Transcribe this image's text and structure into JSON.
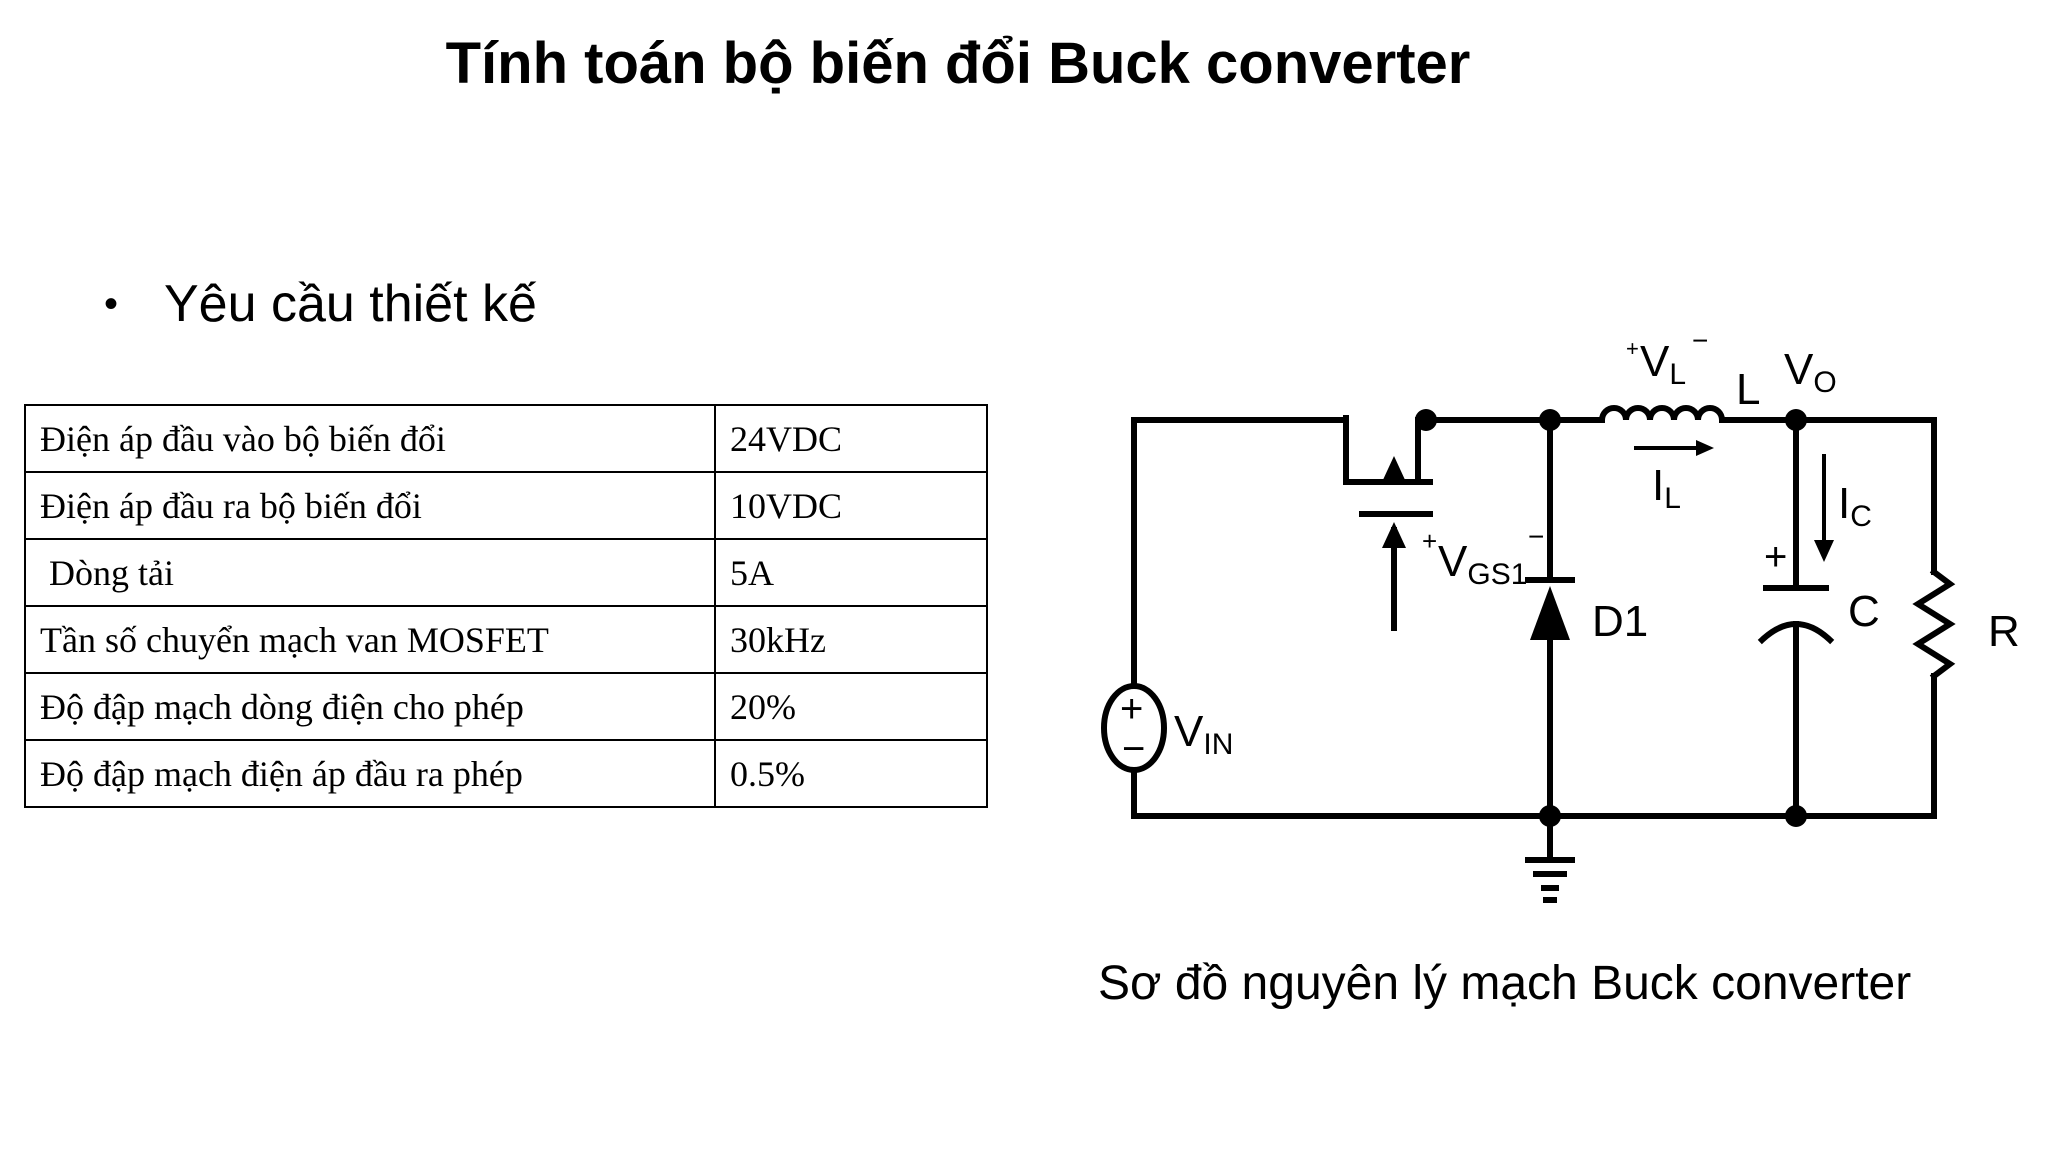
{
  "slide": {
    "title": "Tính toán bộ biến đổi Buck converter",
    "bullet": "Yêu cầu thiết kế",
    "caption": "Sơ đồ nguyên lý mạch Buck converter"
  },
  "spec_table": {
    "rows": [
      {
        "param": "Điện áp đầu vào bộ biến đổi",
        "value": "24VDC"
      },
      {
        "param": "Điện áp đầu ra bộ biến đổi",
        "value": "10VDC"
      },
      {
        "param": " Dòng tải",
        "value": "5A"
      },
      {
        "param": "Tần số chuyển mạch van MOSFET",
        "value": "30kHz"
      },
      {
        "param": "Độ đập mạch dòng điện cho phép",
        "value": "20%"
      },
      {
        "param": "Độ đập mạch điện áp đầu ra phép",
        "value": "0.5%"
      }
    ]
  },
  "circuit": {
    "vin": {
      "main": "V",
      "sub": "IN"
    },
    "vl": {
      "main": "V",
      "sub": "L"
    },
    "inductor": "L",
    "vo": {
      "main": "V",
      "sub": "O"
    },
    "il": {
      "main": "I",
      "sub": "L"
    },
    "ic": {
      "main": "I",
      "sub": "C"
    },
    "vgs": {
      "main": "V",
      "sub": "GS1"
    },
    "diode": "D1",
    "capacitor": "C",
    "resistor": "R",
    "plus": "+",
    "minus": "−"
  }
}
